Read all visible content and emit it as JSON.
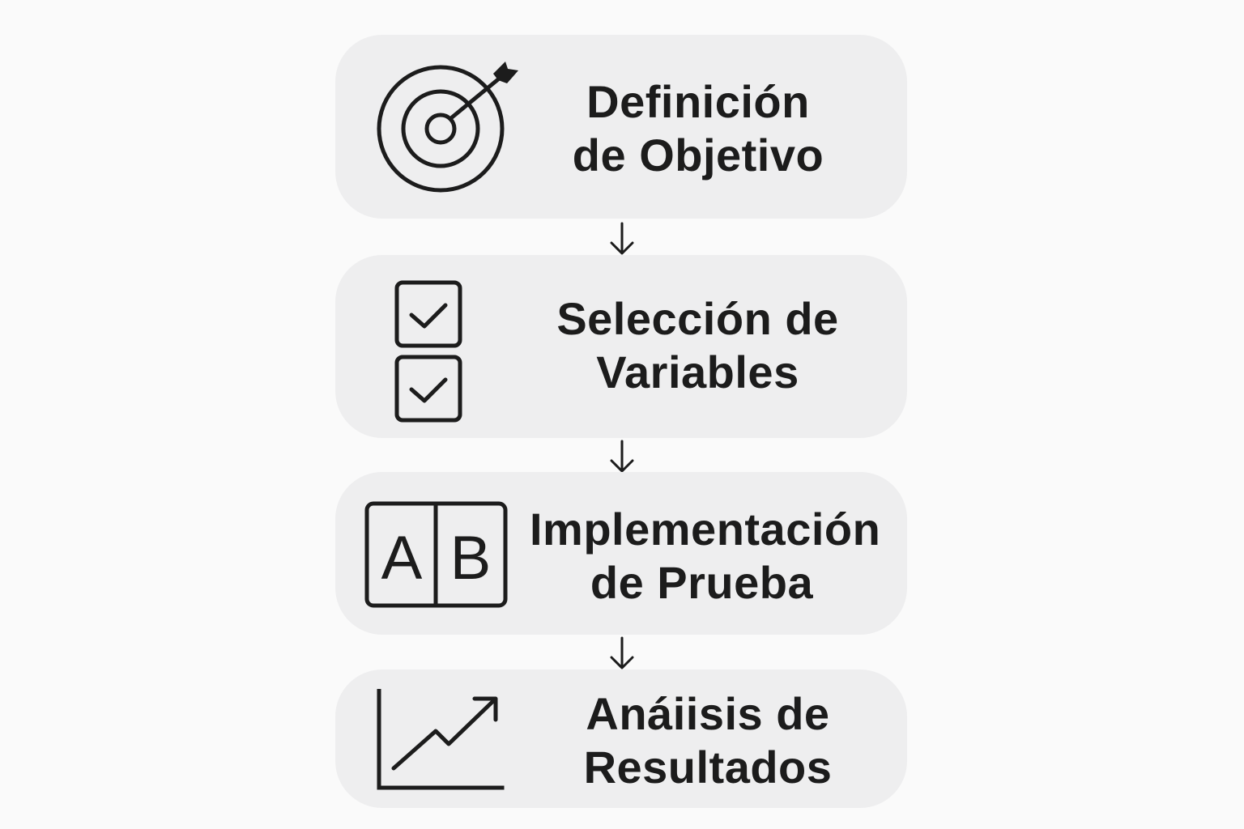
{
  "steps": [
    {
      "line1": "Definición",
      "line2": "de Objetivo",
      "icon": "target-arrow-icon"
    },
    {
      "line1": "Selección de",
      "line2": "Variables",
      "icon": "checkbox-checklist-icon"
    },
    {
      "line1": "Implementación",
      "line2": "de Prueba",
      "icon": "ab-test-icon",
      "icon_letters": [
        "A",
        "B"
      ]
    },
    {
      "line1": "Anáiisis de",
      "line2": "Resultados",
      "icon": "trend-chart-icon"
    }
  ],
  "connector_icon": "arrow-down-icon",
  "colors": {
    "background": "#fafafa",
    "card": "#eeeeef",
    "ink": "#1c1c1c"
  }
}
